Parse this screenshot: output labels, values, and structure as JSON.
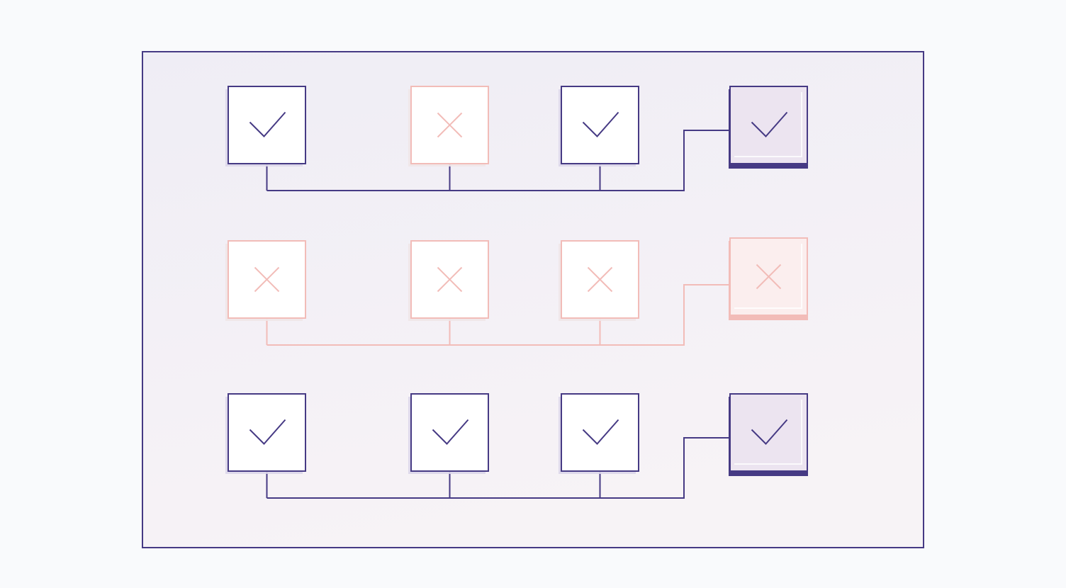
{
  "colors": {
    "page_background": "#f9fafc",
    "panel_border": "#463a84",
    "pass": "#463a84",
    "fail": "#f2bcb8",
    "pass_result_fill": "#ece4f0",
    "fail_result_fill": "#fbeeee",
    "box_fill": "#ffffff"
  },
  "icons": {
    "pass": "check-icon",
    "fail": "x-icon"
  },
  "rows": [
    {
      "inputs": [
        "pass",
        "fail",
        "pass"
      ],
      "result": "pass"
    },
    {
      "inputs": [
        "fail",
        "fail",
        "fail"
      ],
      "result": "fail"
    },
    {
      "inputs": [
        "pass",
        "pass",
        "pass"
      ],
      "result": "pass"
    }
  ]
}
